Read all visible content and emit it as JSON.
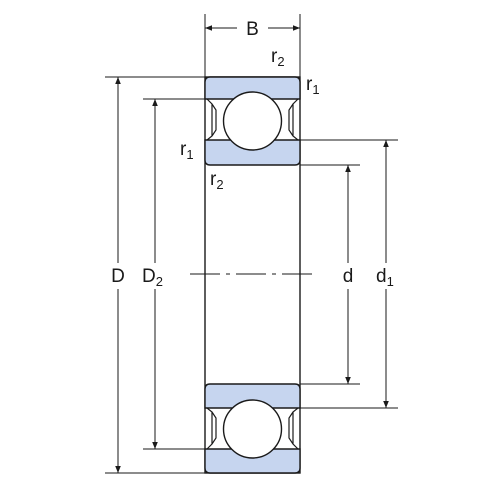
{
  "labels": {
    "B": "B",
    "D": "D",
    "D2": {
      "main": "D",
      "sub": "2"
    },
    "d": "d",
    "d1": {
      "main": "d",
      "sub": "1"
    },
    "r1": {
      "main": "r",
      "sub": "1"
    },
    "r2": {
      "main": "r",
      "sub": "2"
    }
  },
  "colors": {
    "line": "#1a1a1a",
    "ring_fill": "#c6d5ef",
    "ball_fill": "#ffffff"
  }
}
